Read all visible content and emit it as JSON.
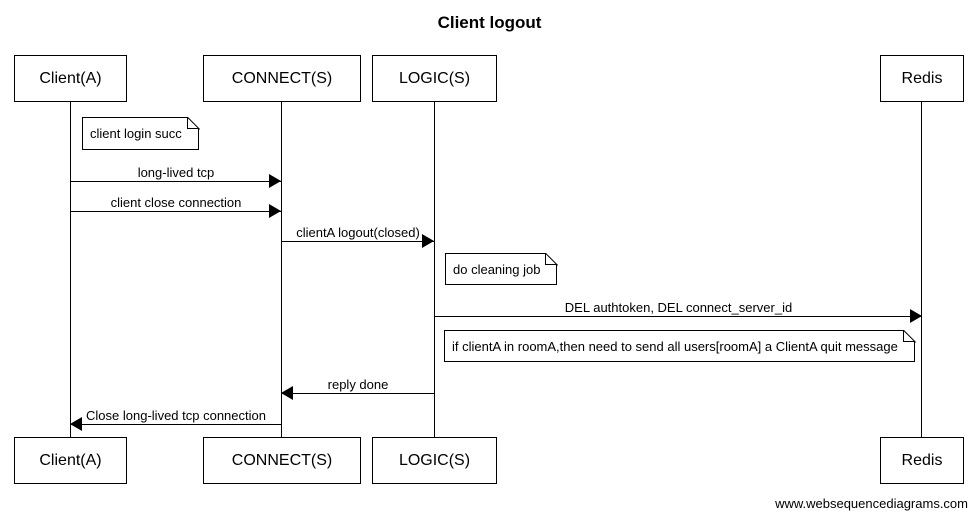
{
  "title": "Client logout",
  "watermark": "www.websequencediagrams.com",
  "actors": [
    {
      "id": "client-a",
      "label": "Client(A)"
    },
    {
      "id": "connect-s",
      "label": "CONNECT(S)"
    },
    {
      "id": "logic-s",
      "label": "LOGIC(S)"
    },
    {
      "id": "redis",
      "label": "Redis"
    }
  ],
  "messages": [
    {
      "label": "long-lived tcp",
      "from": "client-a",
      "to": "connect-s",
      "direction": "right"
    },
    {
      "label": "client close connection",
      "from": "client-a",
      "to": "connect-s",
      "direction": "right"
    },
    {
      "label": "clientA logout(closed)",
      "from": "connect-s",
      "to": "logic-s",
      "direction": "right"
    },
    {
      "label": "DEL authtoken, DEL connect_server_id",
      "from": "logic-s",
      "to": "redis",
      "direction": "right"
    },
    {
      "label": "reply done",
      "from": "logic-s",
      "to": "connect-s",
      "direction": "left"
    },
    {
      "label": "Close long-lived tcp connection",
      "from": "connect-s",
      "to": "client-a",
      "direction": "left"
    }
  ],
  "notes": [
    {
      "label": "client login succ",
      "over": "client-a"
    },
    {
      "label": "do cleaning job",
      "over": "logic-s"
    },
    {
      "label": "if clientA in roomA,then need to send all users[roomA] a ClientA quit message",
      "over": "logic-s"
    }
  ],
  "colors": {
    "line": "#000000",
    "background": "#ffffff"
  }
}
